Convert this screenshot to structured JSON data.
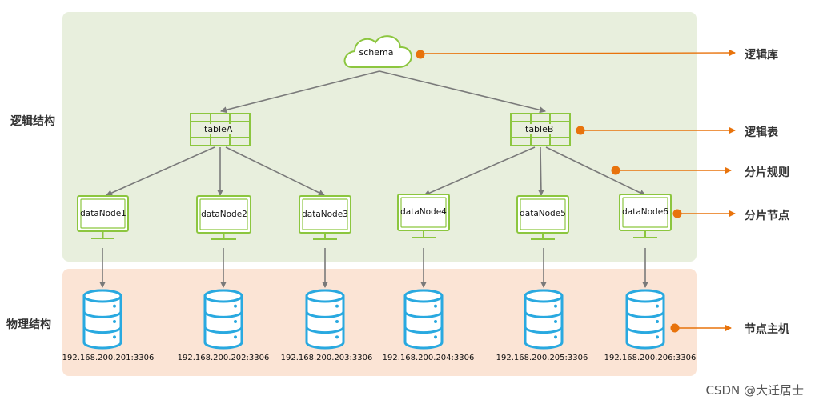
{
  "sections": {
    "logical": "逻辑结构",
    "physical": "物理结构"
  },
  "schema": {
    "label": "schema"
  },
  "tables": [
    {
      "label": "tableA"
    },
    {
      "label": "tableB"
    }
  ],
  "nodes": [
    {
      "label": "dataNode1"
    },
    {
      "label": "dataNode2"
    },
    {
      "label": "dataNode3"
    },
    {
      "label": "dataNode4"
    },
    {
      "label": "dataNode5"
    },
    {
      "label": "dataNode6"
    }
  ],
  "hosts": [
    {
      "address": "192.168.200.201:3306"
    },
    {
      "address": "192.168.200.202:3306"
    },
    {
      "address": "192.168.200.203:3306"
    },
    {
      "address": "192.168.200.204:3306"
    },
    {
      "address": "192.168.200.205:3306"
    },
    {
      "address": "192.168.200.206:3306"
    }
  ],
  "legend": {
    "logical_db": "逻辑库",
    "logical_table": "逻辑表",
    "shard_rule": "分片规则",
    "shard_node": "分片节点",
    "node_host": "节点主机"
  },
  "watermark": "CSDN @大迁居士",
  "colors": {
    "green": "#8cc63f",
    "orange": "#e8730c",
    "arrow_gray": "#7a7a7a",
    "db_blue": "#29a9e0",
    "logical_bg": "#e8efdd",
    "physical_bg": "#fbe4d5"
  }
}
